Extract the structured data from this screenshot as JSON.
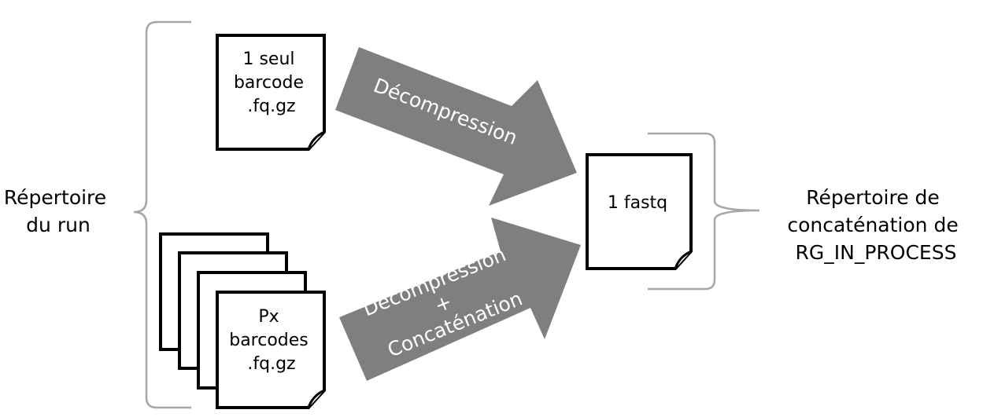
{
  "labels": {
    "run_directory": [
      "Répertoire",
      "du run"
    ],
    "concat_directory": [
      "Répertoire de",
      "concaténation de",
      "RG_IN_PROCESS"
    ]
  },
  "files": {
    "single_barcode": [
      "1 seul",
      "barcode",
      ".fq.gz"
    ],
    "multi_barcodes": [
      "Px",
      "barcodes",
      ".fq.gz"
    ],
    "output": [
      "1 fastq"
    ]
  },
  "arrows": {
    "top": [
      "Décompression"
    ],
    "bottom": [
      "Décompression",
      "+",
      "Concaténation"
    ]
  },
  "colors": {
    "arrow_fill": "#7f7f7f",
    "brace_stroke": "#a6a6a6",
    "file_stroke": "#000000",
    "file_fill": "#ffffff"
  }
}
